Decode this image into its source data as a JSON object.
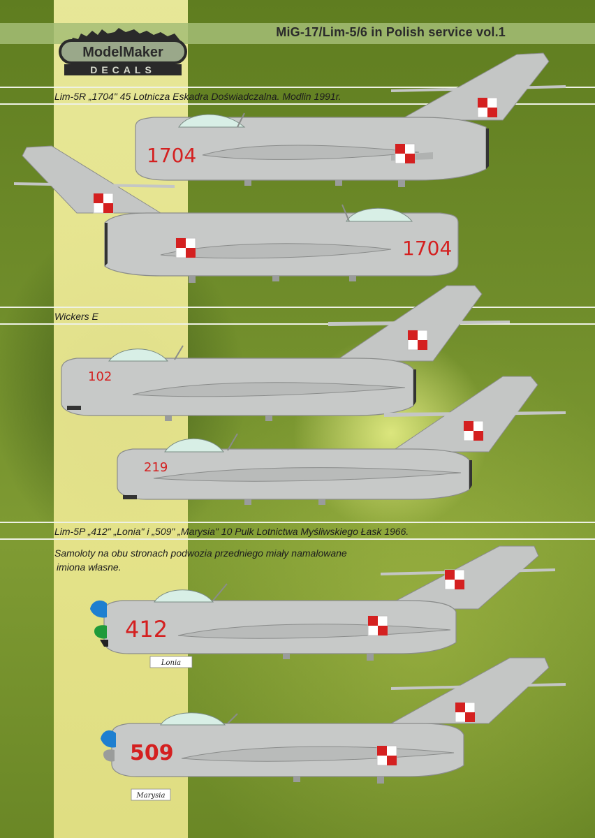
{
  "header": {
    "title": "MiG-17/Lim-5/6 in Polish service vol.1",
    "logo_line1": "ModelMaker",
    "logo_line2": "DECALS"
  },
  "sections": [
    {
      "caption": "Lim-5R „1704\" 45 Lotnicza Eskadra Doświadczalna. Modlin 1991r.",
      "aircraft": [
        {
          "serial": "1704",
          "side": "left-facing"
        },
        {
          "serial": "1704",
          "side": "right-facing"
        }
      ]
    },
    {
      "caption": "Wickers E",
      "aircraft": [
        {
          "serial": "102",
          "side": "left-facing"
        },
        {
          "serial": "219",
          "side": "left-facing"
        }
      ]
    },
    {
      "caption": "Lim-5P „412\" „Lonia\" i „509\" „Marysia\" 10 Pulk Lotnictwa Myśliwskiego Łask 1966.",
      "note_line1": "Samoloty na obu stronach podwozia przedniego miały namalowane",
      "note_line2": "imiona własne.",
      "aircraft": [
        {
          "serial": "412",
          "side": "left-facing",
          "nose_name": "Lonia"
        },
        {
          "serial": "509",
          "side": "left-facing",
          "nose_name": "Marysia"
        }
      ]
    }
  ],
  "colors": {
    "background": "#6f8c2a",
    "stripe": "#eeea93",
    "aircraft": "#c7c9c8",
    "serial": "#d42020",
    "nose_blue": "#1e7fd0",
    "nose_green": "#1f9a3a"
  }
}
